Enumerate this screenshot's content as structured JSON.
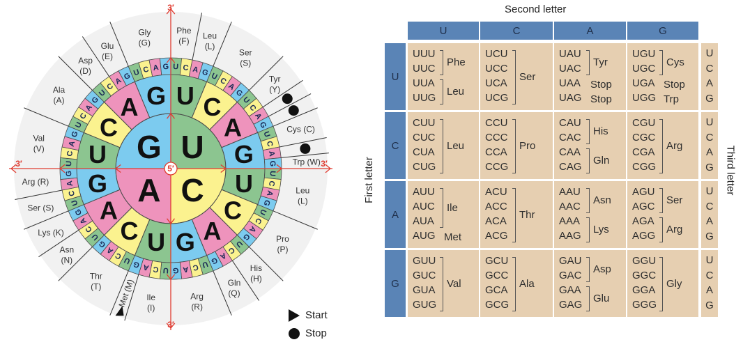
{
  "wheel": {
    "bases": [
      "U",
      "C",
      "A",
      "G"
    ],
    "colors": {
      "U": "#8cc590",
      "C": "#fbf28f",
      "A": "#ee93bc",
      "G": "#7ccbef"
    },
    "outer_color": "#f1f1f1",
    "axis_color": "#e03c31",
    "end_labels": {
      "top": "3′",
      "bottom": "3′",
      "left": "3′",
      "right": "3′",
      "center": "5′"
    },
    "amino_acids": [
      {
        "name": "Phe",
        "abbr": "(F)",
        "codons": 2
      },
      {
        "name": "Leu",
        "abbr": "(L)",
        "codons": 2
      },
      {
        "name": "Ser",
        "abbr": "(S)",
        "codons": 4
      },
      {
        "name": "Tyr",
        "abbr": "(Y)",
        "codons": 2
      },
      {
        "name": "",
        "abbr": "",
        "codons": 1,
        "stop": true
      },
      {
        "name": "",
        "abbr": "",
        "codons": 1,
        "stop": true
      },
      {
        "name": "Cys (C)",
        "abbr": "",
        "codons": 2,
        "inline": true
      },
      {
        "name": "",
        "abbr": "",
        "codons": 1,
        "stop": true
      },
      {
        "name": "Trp (W)",
        "abbr": "",
        "codons": 1,
        "inline": true
      },
      {
        "name": "Leu",
        "abbr": "(L)",
        "codons": 4
      },
      {
        "name": "Pro",
        "abbr": "(P)",
        "codons": 4
      },
      {
        "name": "His",
        "abbr": "(H)",
        "codons": 2
      },
      {
        "name": "Gln",
        "abbr": "(Q)",
        "codons": 2
      },
      {
        "name": "Arg",
        "abbr": "(R)",
        "codons": 4
      },
      {
        "name": "Ile",
        "abbr": "(I)",
        "codons": 3
      },
      {
        "name": "Met (M)",
        "abbr": "",
        "codons": 1,
        "inline": true,
        "start": true
      },
      {
        "name": "Thr",
        "abbr": "(T)",
        "codons": 4
      },
      {
        "name": "Asn",
        "abbr": "(N)",
        "codons": 2
      },
      {
        "name": "Lys (K)",
        "abbr": "",
        "codons": 2,
        "inline": true
      },
      {
        "name": "Ser (S)",
        "abbr": "",
        "codons": 2,
        "inline": true
      },
      {
        "name": "Arg (R)",
        "abbr": "",
        "codons": 2,
        "inline": true
      },
      {
        "name": "Val",
        "abbr": "(V)",
        "codons": 4
      },
      {
        "name": "Ala",
        "abbr": "(A)",
        "codons": 4
      },
      {
        "name": "Asp",
        "abbr": "(D)",
        "codons": 2
      },
      {
        "name": "Glu",
        "abbr": "(E)",
        "codons": 2
      },
      {
        "name": "Gly",
        "abbr": "(G)",
        "codons": 4
      }
    ]
  },
  "legend": {
    "start": "Start",
    "stop": "Stop"
  },
  "table": {
    "title": "Second letter",
    "first_letter_label": "First letter",
    "third_letter_label": "Third letter",
    "header_color": "#5a84b6",
    "cell_color": "#e6cfb1",
    "columns": [
      "U",
      "C",
      "A",
      "G"
    ],
    "rows": [
      {
        "letter": "U",
        "third": [
          "U",
          "C",
          "A",
          "G"
        ],
        "cells": [
          {
            "codons": [
              "UUU",
              "UUC",
              "UUA",
              "UUG"
            ],
            "groups": [
              {
                "aa": "Phe",
                "span": 2
              },
              {
                "aa": "Leu",
                "span": 2
              }
            ]
          },
          {
            "codons": [
              "UCU",
              "UCC",
              "UCA",
              "UCG"
            ],
            "groups": [
              {
                "aa": "Ser",
                "span": 4
              }
            ]
          },
          {
            "codons": [
              "UAU",
              "UAC",
              "UAA",
              "UAG"
            ],
            "groups": [
              {
                "aa": "Tyr",
                "span": 2
              },
              {
                "aa": "Stop",
                "span": 1
              },
              {
                "aa": "Stop",
                "span": 1
              }
            ]
          },
          {
            "codons": [
              "UGU",
              "UGC",
              "UGA",
              "UGG"
            ],
            "groups": [
              {
                "aa": "Cys",
                "span": 2
              },
              {
                "aa": "Stop",
                "span": 1
              },
              {
                "aa": "Trp",
                "span": 1
              }
            ]
          }
        ]
      },
      {
        "letter": "C",
        "third": [
          "U",
          "C",
          "A",
          "G"
        ],
        "cells": [
          {
            "codons": [
              "CUU",
              "CUC",
              "CUA",
              "CUG"
            ],
            "groups": [
              {
                "aa": "Leu",
                "span": 4
              }
            ]
          },
          {
            "codons": [
              "CCU",
              "CCC",
              "CCA",
              "CCG"
            ],
            "groups": [
              {
                "aa": "Pro",
                "span": 4
              }
            ]
          },
          {
            "codons": [
              "CAU",
              "CAC",
              "CAA",
              "CAG"
            ],
            "groups": [
              {
                "aa": "His",
                "span": 2
              },
              {
                "aa": "Gln",
                "span": 2
              }
            ]
          },
          {
            "codons": [
              "CGU",
              "CGC",
              "CGA",
              "CGG"
            ],
            "groups": [
              {
                "aa": "Arg",
                "span": 4
              }
            ]
          }
        ]
      },
      {
        "letter": "A",
        "third": [
          "U",
          "C",
          "A",
          "G"
        ],
        "cells": [
          {
            "codons": [
              "AUU",
              "AUC",
              "AUA",
              "AUG"
            ],
            "groups": [
              {
                "aa": "Ile",
                "span": 3
              },
              {
                "aa": "Met",
                "span": 1
              }
            ]
          },
          {
            "codons": [
              "ACU",
              "ACC",
              "ACA",
              "ACG"
            ],
            "groups": [
              {
                "aa": "Thr",
                "span": 4
              }
            ]
          },
          {
            "codons": [
              "AAU",
              "AAC",
              "AAA",
              "AAG"
            ],
            "groups": [
              {
                "aa": "Asn",
                "span": 2
              },
              {
                "aa": "Lys",
                "span": 2
              }
            ]
          },
          {
            "codons": [
              "AGU",
              "AGC",
              "AGA",
              "AGG"
            ],
            "groups": [
              {
                "aa": "Ser",
                "span": 2
              },
              {
                "aa": "Arg",
                "span": 2
              }
            ]
          }
        ]
      },
      {
        "letter": "G",
        "third": [
          "U",
          "C",
          "A",
          "G"
        ],
        "cells": [
          {
            "codons": [
              "GUU",
              "GUC",
              "GUA",
              "GUG"
            ],
            "groups": [
              {
                "aa": "Val",
                "span": 4
              }
            ]
          },
          {
            "codons": [
              "GCU",
              "GCC",
              "GCA",
              "GCG"
            ],
            "groups": [
              {
                "aa": "Ala",
                "span": 4
              }
            ]
          },
          {
            "codons": [
              "GAU",
              "GAC",
              "GAA",
              "GAG"
            ],
            "groups": [
              {
                "aa": "Asp",
                "span": 2
              },
              {
                "aa": "Glu",
                "span": 2
              }
            ]
          },
          {
            "codons": [
              "GGU",
              "GGC",
              "GGA",
              "GGG"
            ],
            "groups": [
              {
                "aa": "Gly",
                "span": 4
              }
            ]
          }
        ]
      }
    ]
  }
}
